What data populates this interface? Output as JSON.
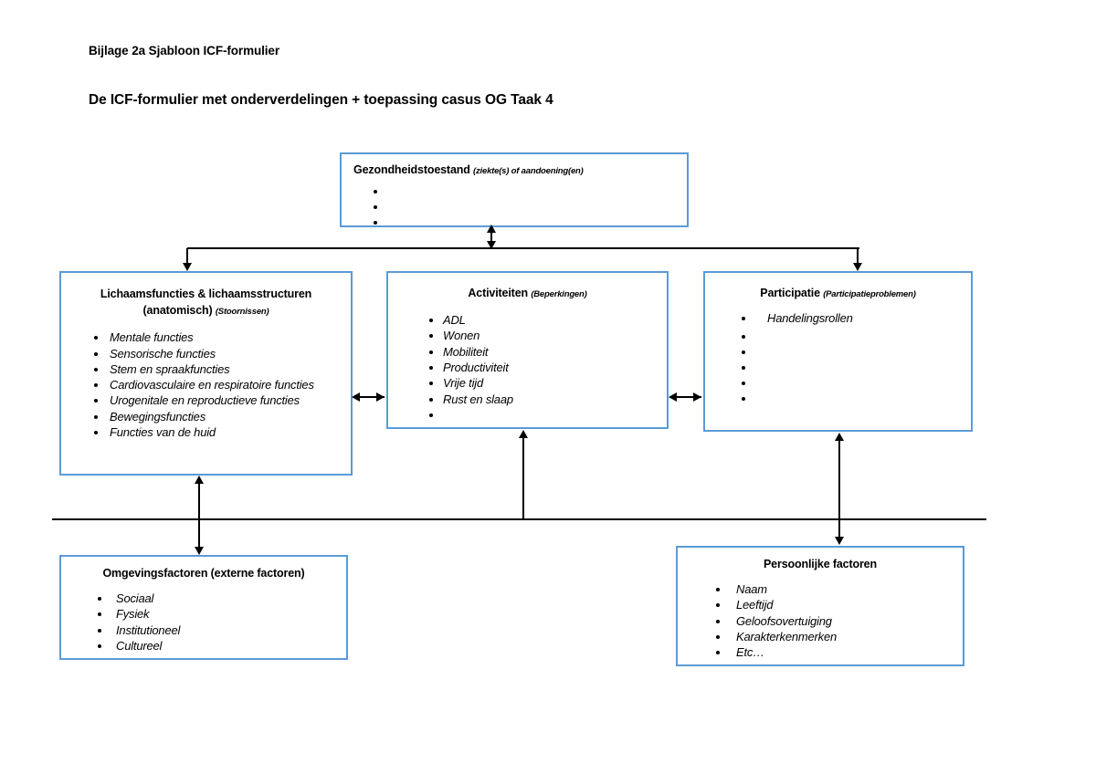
{
  "document": {
    "label": "Bijlage 2a  Sjabloon ICF-formulier",
    "title": "De ICF-formulier met onderverdelingen + toepassing casus OG Taak 4"
  },
  "colors": {
    "box_border": "#5B9BD5",
    "connector": "#000000",
    "background": "#FFFFFF",
    "text": "#000000"
  },
  "boxes": {
    "health": {
      "title": "Gezondheidstoestand",
      "qualifier": "(ziekte(s) of aandoening(en)",
      "items": [
        "",
        "",
        ""
      ]
    },
    "body": {
      "title": "Lichaamsfuncties & lichaamsstructuren (anatomisch)",
      "title_line1": "Lichaamsfuncties & lichaamsstructuren",
      "title_line2": "(anatomisch)",
      "qualifier": "(Stoornissen)",
      "items": [
        "Mentale functies",
        "Sensorische functies",
        "Stem en spraakfuncties",
        "Cardiovasculaire en respiratoire functies",
        "Urogenitale en reproductieve functies",
        "Bewegingsfuncties",
        "Functies van de huid"
      ]
    },
    "activities": {
      "title": "Activiteiten",
      "qualifier": "(Beperkingen)",
      "items": [
        "ADL",
        "Wonen",
        "Mobiliteit",
        "Productiviteit",
        "Vrije tijd",
        "Rust en slaap",
        ""
      ]
    },
    "participation": {
      "title": "Participatie",
      "qualifier": "(Participatieproblemen)",
      "items": [
        "Handelingsrollen",
        "",
        "",
        "",
        "",
        ""
      ]
    },
    "environment": {
      "title": "Omgevingsfactoren (externe factoren)",
      "qualifier": "",
      "items": [
        "Sociaal",
        "Fysiek",
        "Institutioneel",
        "Cultureel"
      ]
    },
    "personal": {
      "title": "Persoonlijke factoren",
      "qualifier": "",
      "items": [
        "Naam",
        "Leeftijd",
        "Geloofsovertuiging",
        "Karakterkenmerken",
        "Etc…"
      ]
    }
  },
  "connectors": [
    {
      "name": "health-to-bar",
      "type": "double-vertical"
    },
    {
      "name": "bar-to-body",
      "type": "arrow-down"
    },
    {
      "name": "bar-to-participation",
      "type": "arrow-down"
    },
    {
      "name": "body-to-activities",
      "type": "double-horizontal"
    },
    {
      "name": "activities-to-participation",
      "type": "double-horizontal"
    },
    {
      "name": "body-to-environment",
      "type": "double-vertical"
    },
    {
      "name": "activities-to-baseline",
      "type": "arrow-up"
    },
    {
      "name": "participation-to-personal",
      "type": "double-vertical"
    }
  ]
}
